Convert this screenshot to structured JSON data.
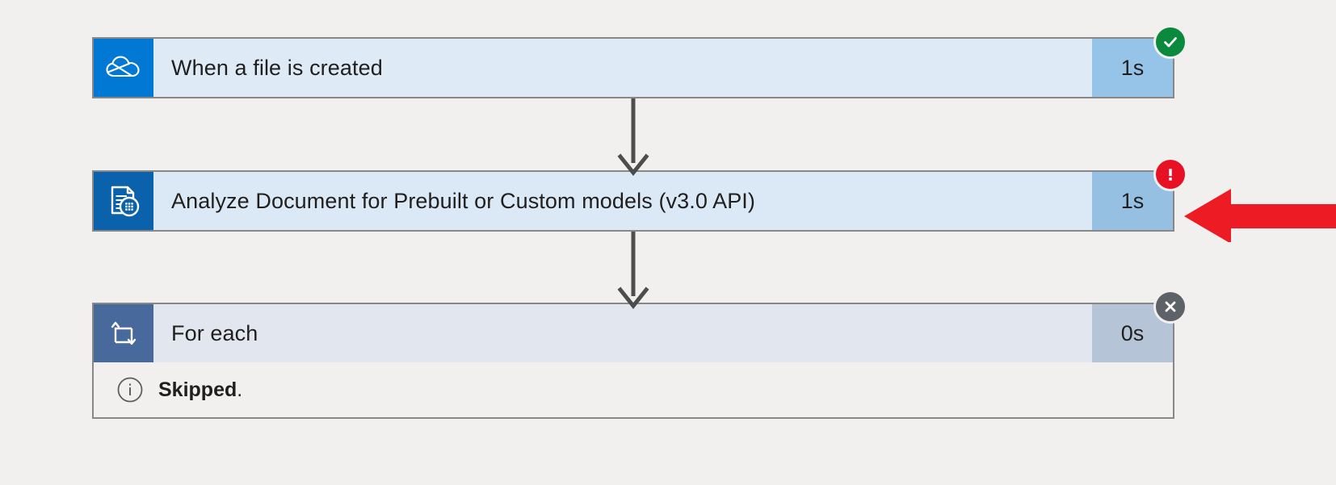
{
  "flow": {
    "background_color": "#f1f0ef",
    "steps": [
      {
        "id": "when-a-file-is-created",
        "title": "When a file is created",
        "duration": "1s",
        "status": "succeeded",
        "status_label": "Succeeded",
        "icon": "onedrive-cloud-icon",
        "icon_bg": "#0078d4",
        "body_bg": "#deebf7",
        "duration_bg": "#96c4e8",
        "badge_color": "#0b8a3d",
        "badge_glyph": "check"
      },
      {
        "id": "analyze-document",
        "title": "Analyze Document for Prebuilt or Custom models (v3.0 API)",
        "duration": "1s",
        "status": "failed",
        "status_label": "Failed",
        "icon": "document-intelligence-icon",
        "icon_bg": "#0a62ad",
        "body_bg": "#dbe8f5",
        "duration_bg": "#96c0e2",
        "badge_color": "#e81123",
        "badge_glyph": "exclamation"
      },
      {
        "id": "for-each",
        "title": "For each",
        "duration": "0s",
        "status": "skipped",
        "status_label": "Skipped",
        "icon": "loop-arrow-icon",
        "icon_bg": "#47699c",
        "body_bg": "#e2e7ef",
        "duration_bg": "#b5c4d6",
        "badge_color": "#5d6168",
        "badge_glyph": "cross",
        "message": {
          "icon": "info-circle-icon",
          "strong_text": "Skipped",
          "trailing_text": "."
        }
      }
    ],
    "annotation": {
      "type": "arrow-left",
      "color": "#ed1c24",
      "points_at": "analyze-document"
    }
  }
}
